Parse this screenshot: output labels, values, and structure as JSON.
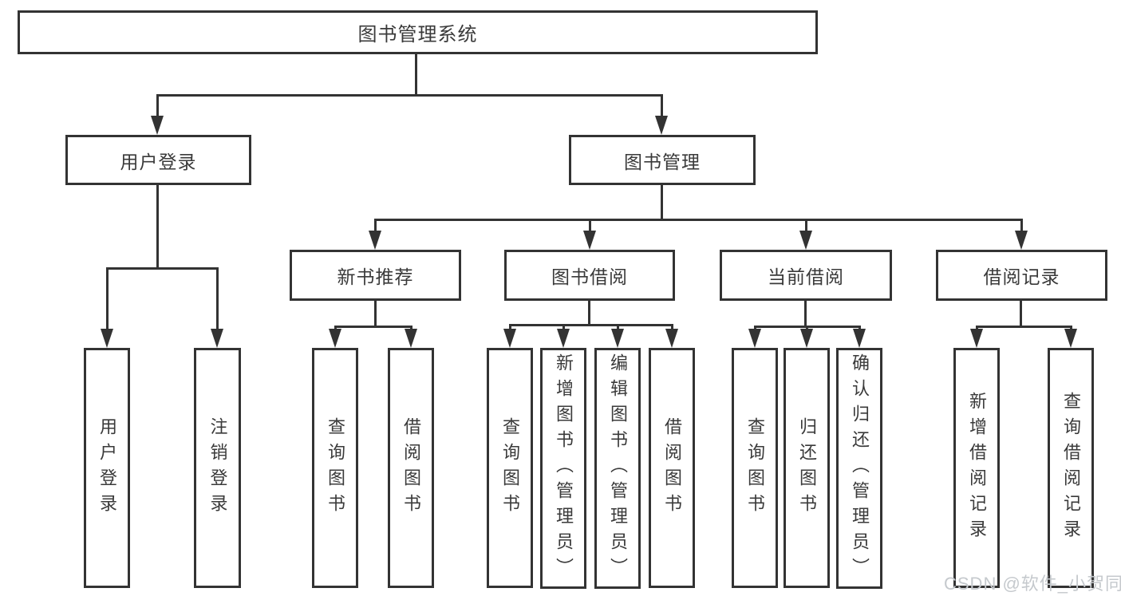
{
  "diagram": {
    "root": {
      "label": "图书管理系统"
    },
    "level1": [
      {
        "id": "user-login",
        "label": "用户登录"
      },
      {
        "id": "book-management",
        "label": "图书管理"
      }
    ],
    "level2": [
      {
        "id": "new-book-recommend",
        "label": "新书推荐"
      },
      {
        "id": "book-borrowing",
        "label": "图书借阅"
      },
      {
        "id": "current-borrowing",
        "label": "当前借阅"
      },
      {
        "id": "borrowing-records",
        "label": "借阅记录"
      }
    ],
    "leaves": {
      "user_login": [
        {
          "label": "用户登录"
        },
        {
          "label": "注销登录"
        }
      ],
      "new_book_recommend": [
        {
          "label": "查询图书"
        },
        {
          "label": "借阅图书"
        }
      ],
      "book_borrowing": [
        {
          "label": "查询图书"
        },
        {
          "label": "新增图书（管理员）"
        },
        {
          "label": "编辑图书（管理员）"
        },
        {
          "label": "借阅图书"
        }
      ],
      "current_borrowing": [
        {
          "label": "查询图书"
        },
        {
          "label": "归还图书"
        },
        {
          "label": "确认归还（管理员）"
        }
      ],
      "borrowing_records": [
        {
          "label": "新增借阅记录"
        },
        {
          "label": "查询借阅记录"
        }
      ]
    }
  },
  "watermark": {
    "text": "CSDN @软件_小贺同学"
  },
  "colors": {
    "stroke": "#333333",
    "text": "#3a3a3a",
    "watermark": "#c5c9cd",
    "background": "#ffffff"
  }
}
